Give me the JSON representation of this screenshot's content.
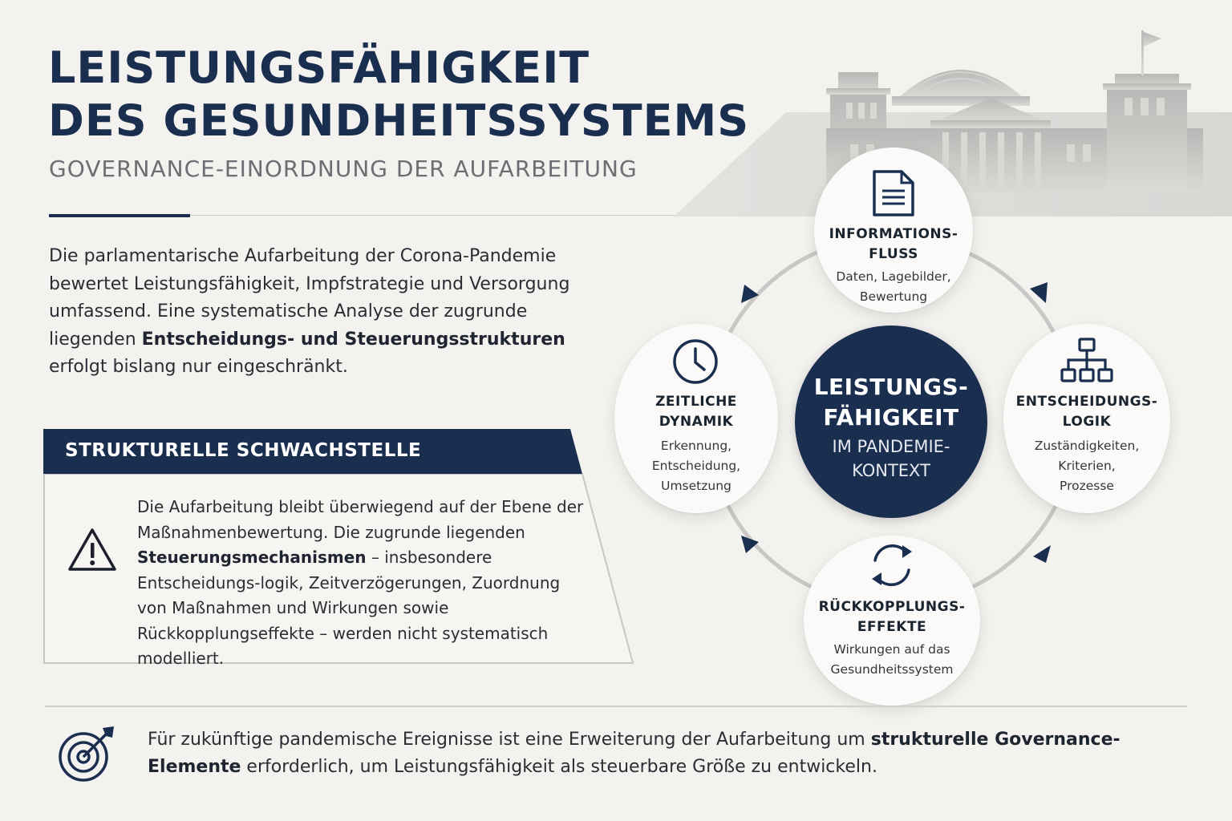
{
  "header": {
    "title_line1": "LEISTUNGSFÄHIGKEIT",
    "title_line2": "DES GESUNDHEITSSYSTEMS",
    "subtitle": "GOVERNANCE-EINORDNUNG DER AUFARBEITUNG"
  },
  "intro": {
    "before": "Die parlamentarische Aufarbeitung der Corona-Pandemie bewertet Leistungsfähigkeit, Impfstrategie und Versorgung umfassend. Eine systematische Analyse der zugrunde liegenden ",
    "bold": "Entscheidungs- und Steuerungsstrukturen",
    "after": " erfolgt bislang nur eingeschränkt."
  },
  "weakness": {
    "heading": "STRUKTURELLE SCHWACHSTELLE",
    "text_before": "Die Aufarbeitung bleibt überwiegend auf der Ebene der Maßnahmenbewertung. Die zugrunde liegenden ",
    "text_bold": "Steuerungsmechanismen",
    "text_after": " – insbesondere Entscheidungs-logik, Zeitverzögerungen, Zuordnung von Maßnahmen und Wirkungen sowie Rückkopplungseffekte – werden nicht systematisch modelliert.",
    "icon": "warning-triangle-icon"
  },
  "cycle": {
    "center": {
      "title_line1": "LEISTUNGS-",
      "title_line2": "FÄHIGKEIT",
      "sub_line1": "IM PANDEMIE-",
      "sub_line2": "KONTEXT"
    },
    "nodes": {
      "info": {
        "title_line1": "INFORMATIONS-",
        "title_line2": "FLUSS",
        "sub_line1": "Daten, Lagebilder,",
        "sub_line2": "Bewertung",
        "icon": "document-icon"
      },
      "decision": {
        "title_line1": "ENTSCHEIDUNGS-",
        "title_line2": "LOGIK",
        "sub_line1": "Zuständigkeiten,",
        "sub_line2": "Kriterien,",
        "sub_line3": "Prozesse",
        "icon": "hierarchy-icon"
      },
      "feedback": {
        "title_line1": "RÜCKKOPPLUNGS-",
        "title_line2": "EFFEKTE",
        "sub_line1": "Wirkungen auf das",
        "sub_line2": "Gesundheitssystem",
        "icon": "cycle-arrows-icon"
      },
      "time": {
        "title_line1": "ZEITLICHE",
        "title_line2": "DYNAMIK",
        "sub_line1": "Erkennung,",
        "sub_line2": "Entscheidung,",
        "sub_line3": "Umsetzung",
        "icon": "clock-icon"
      }
    }
  },
  "footer": {
    "before": "Für zukünftige pandemische Ereignisse ist eine Erweiterung der Aufarbeitung um ",
    "bold": "strukturelle Governance-Elemente",
    "after": " erforderlich, um Leistungsfähigkeit als steuerbare Größe zu entwickeln.",
    "icon": "target-icon"
  },
  "colors": {
    "navy": "#1a2f4f",
    "background": "#f4f2ef",
    "ring": "#c9c8c6"
  }
}
